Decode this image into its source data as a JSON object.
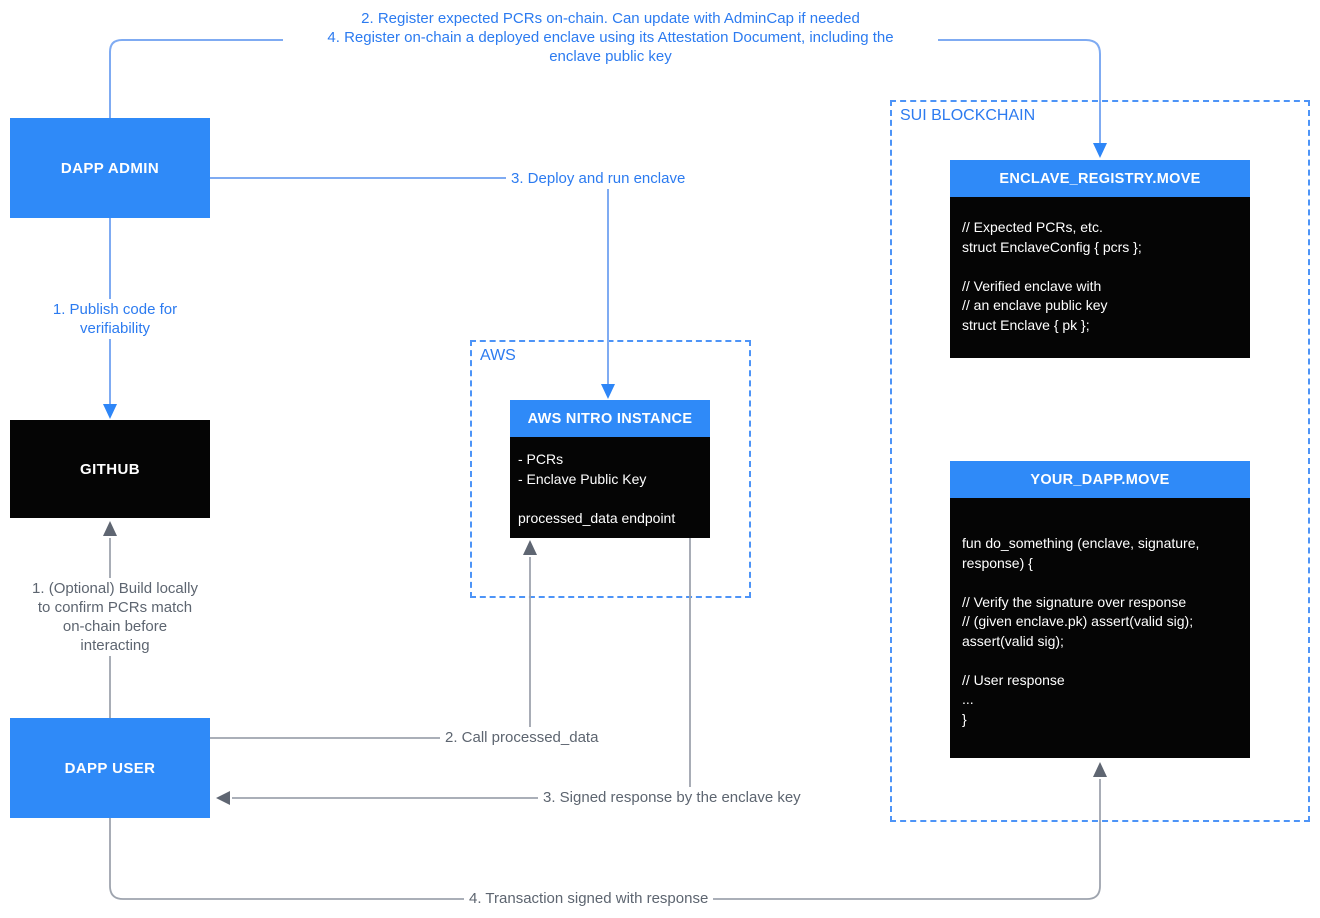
{
  "colors": {
    "box_blue": "#2F8AF8",
    "box_black": "#050505",
    "line_blue": "#7FABF2",
    "arrow_blue": "#2E86F7",
    "line_gray": "#9EA4AE",
    "arrow_gray": "#5F6672",
    "text_blue": "#2C7BF0",
    "text_gray": "#5D6570",
    "dashed_border_blue": "#4D94F7"
  },
  "nodes": {
    "dapp_admin": {
      "label": "DAPP ADMIN"
    },
    "github": {
      "label": "GITHUB"
    },
    "dapp_user": {
      "label": "DAPP USER"
    },
    "aws_group": {
      "label": "AWS"
    },
    "sui_group": {
      "label": "SUI BLOCKCHAIN"
    },
    "aws_nitro": {
      "title": "AWS NITRO INSTANCE",
      "lines": [
        "- PCRs",
        "- Enclave Public Key",
        "",
        "processed_data endpoint"
      ]
    },
    "enclave_registry": {
      "title": "ENCLAVE_REGISTRY.MOVE",
      "lines": [
        "// Expected PCRs, etc.",
        "struct EnclaveConfig { pcrs };",
        "",
        "// Verified enclave with",
        "// an enclave public key",
        "struct Enclave { pk };"
      ]
    },
    "your_dapp": {
      "title": "YOUR_DAPP.MOVE",
      "lines": [
        "fun do_something (enclave, signature,",
        "response) {",
        "",
        "// Verify the signature over response",
        "// (given enclave.pk) assert(valid sig);",
        "assert(valid sig);",
        "",
        "// User response",
        "...",
        "}"
      ]
    }
  },
  "edges": {
    "register": {
      "line1": "2. Register expected PCRs on-chain. Can update with AdminCap if needed",
      "line2": "4. Register on-chain a deployed enclave using its Attestation Document, including the",
      "line3": "enclave public key"
    },
    "publish": {
      "label": "1. Publish code for verifiability"
    },
    "deploy": {
      "label": "3. Deploy and run enclave"
    },
    "build": {
      "label": "1. (Optional) Build locally to confirm PCRs match on-chain before interacting"
    },
    "call": {
      "label": "2. Call processed_data"
    },
    "signed": {
      "label": "3. Signed response by the enclave key"
    },
    "transaction": {
      "label": "4. Transaction signed with response"
    }
  }
}
